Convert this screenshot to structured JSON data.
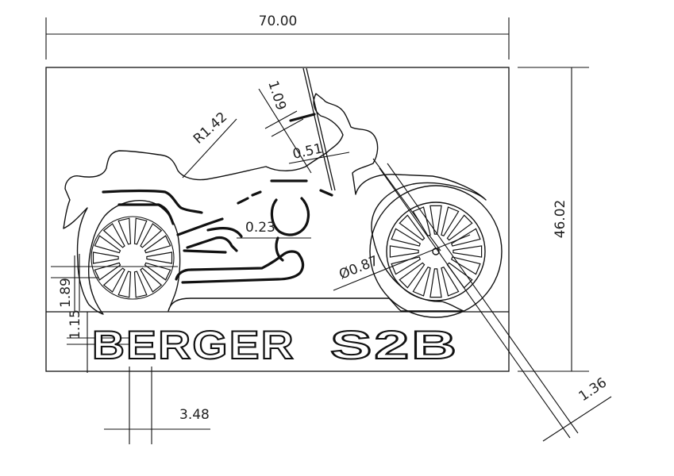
{
  "dimensions": {
    "width": "70.00",
    "height": "46.02",
    "radius": "R1.42",
    "d_1_09": "1.09",
    "d_0_51": "0.51",
    "d_0_23": "0.23",
    "diameter": "Ø0.87",
    "d_1_89": "1.89",
    "d_1_15": "1.15",
    "d_3_48": "3.48",
    "d_1_36": "1.36"
  },
  "plate": {
    "brand": "BERGER",
    "model": "S2B"
  },
  "colors": {
    "ink": "#111111",
    "paper": "#ffffff"
  }
}
